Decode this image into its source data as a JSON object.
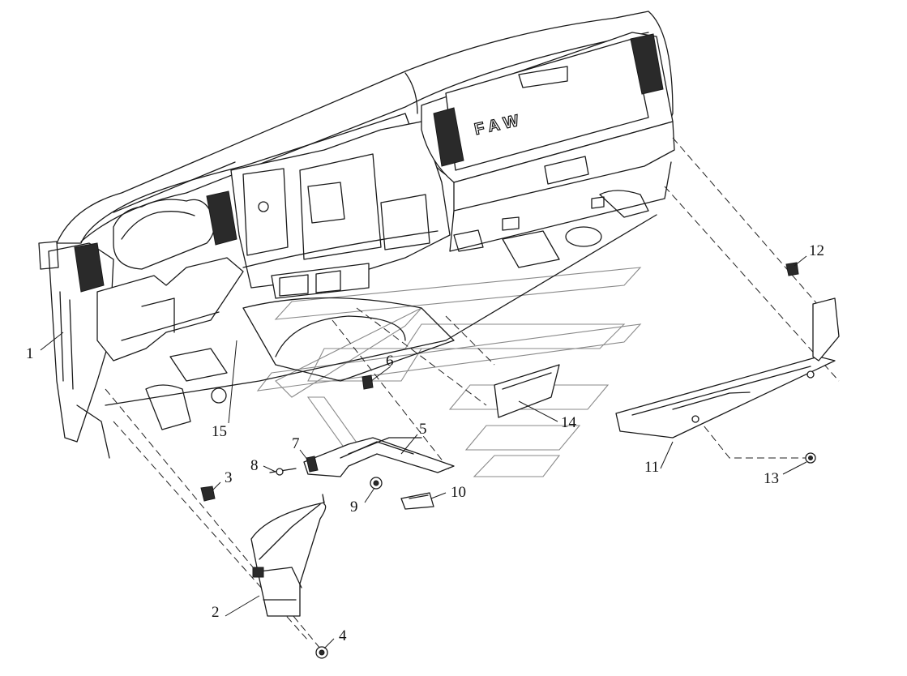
{
  "diagram": {
    "brand_logo": "FAW",
    "callouts": [
      {
        "id": "c1",
        "label": "1"
      },
      {
        "id": "c2",
        "label": "2"
      },
      {
        "id": "c3",
        "label": "3"
      },
      {
        "id": "c4",
        "label": "4"
      },
      {
        "id": "c5",
        "label": "5"
      },
      {
        "id": "c6",
        "label": "6"
      },
      {
        "id": "c7",
        "label": "7"
      },
      {
        "id": "c8",
        "label": "8"
      },
      {
        "id": "c9",
        "label": "9"
      },
      {
        "id": "c10",
        "label": "10"
      },
      {
        "id": "c11",
        "label": "11"
      },
      {
        "id": "c12",
        "label": "12"
      },
      {
        "id": "c13",
        "label": "13"
      },
      {
        "id": "c14",
        "label": "14"
      },
      {
        "id": "c15",
        "label": "15"
      }
    ]
  }
}
